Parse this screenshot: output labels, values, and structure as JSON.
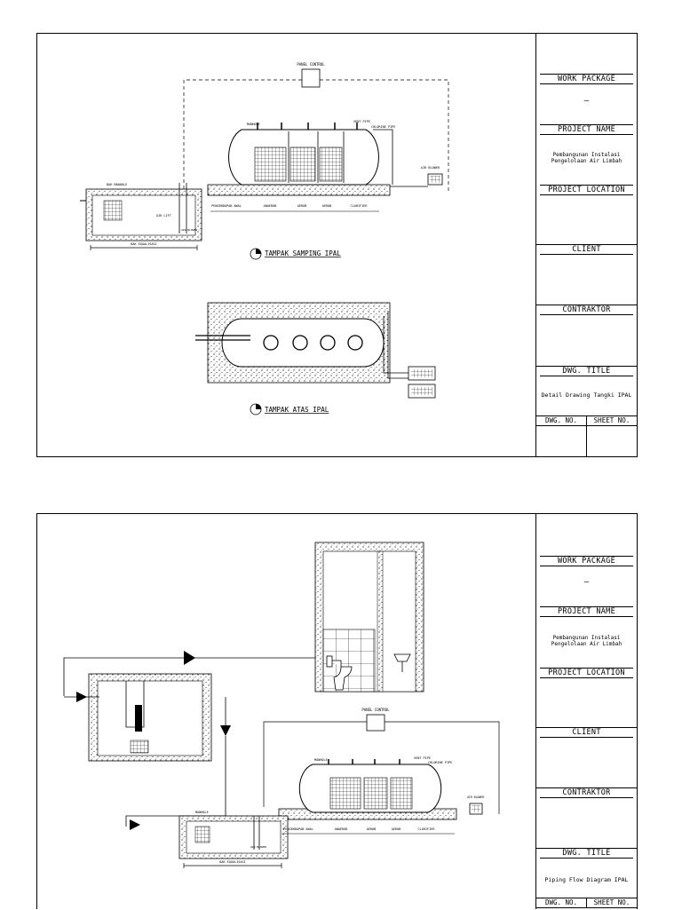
{
  "sheets": [
    {
      "title_block": {
        "work_package_label": "WORK PACKAGE",
        "work_package_value": "–",
        "project_name_label": "PROJECT NAME",
        "project_name_line1": "Pembangunan Instalasi",
        "project_name_line2": "Pengelolaan Air Limbah",
        "project_location_label": "PROJECT LOCATION",
        "client_label": "CLIENT",
        "contractor_label": "CONTRAKTOR",
        "dwg_title_label": "DWG. TITLE",
        "dwg_title_value": "Detail Drawing Tangki IPAL",
        "dwg_no_label": "DWG. NO.",
        "sheet_no_label": "SHEET NO."
      },
      "drawing": {
        "panel_control": "PANEL CONTROL",
        "manhole": "MANHOLE",
        "vent_pipe": "VENT PIPE",
        "chlorine_pipe": "CHLORINE PIPE",
        "air_blower": "AIR BLOWER",
        "bak_manhole": "BAK MANHOLE",
        "air_lift": "AIR LIFT",
        "air_blower_small": "AIR BLOWER",
        "bak_equalisasi": "BAK EQUALISASI",
        "zones": [
          "PENGENDAPAN AWAL",
          "ANAEROB",
          "AEROB",
          "AEROB",
          "CLARIFIER"
        ],
        "view_side": "TAMPAK SAMPING IPAL",
        "view_top": "TAMPAK ATAS IPAL"
      }
    },
    {
      "title_block": {
        "work_package_label": "WORK PACKAGE",
        "work_package_value": "–",
        "project_name_label": "PROJECT NAME",
        "project_name_line1": "Pembangunan Instalasi",
        "project_name_line2": "Pengelolaan Air Limbah",
        "project_location_label": "PROJECT LOCATION",
        "client_label": "CLIENT",
        "contractor_label": "CONTRAKTOR",
        "dwg_title_label": "DWG. TITLE",
        "dwg_title_value": "Piping Flow Diagram IPAL",
        "dwg_no_label": "DWG. NO.",
        "sheet_no_label": "SHEET NO."
      },
      "drawing": {
        "panel_control": "PANEL CONTROL",
        "manhole": "MANHOLE",
        "vent_pipe": "VENT PIPE",
        "chlorine_pipe": "CHLORINE PIPE",
        "air_blower": "AIR BLOWER",
        "bak_manhole": "MANHOLE",
        "air_blower_small": "AIR BLOWER",
        "bak_equalisasi": "BAK EQUALISASI",
        "zones": [
          "PENGENDAPAN AWAL",
          "ANAEROB",
          "AEROB",
          "AEROB",
          "CLARIFIER"
        ]
      }
    }
  ]
}
